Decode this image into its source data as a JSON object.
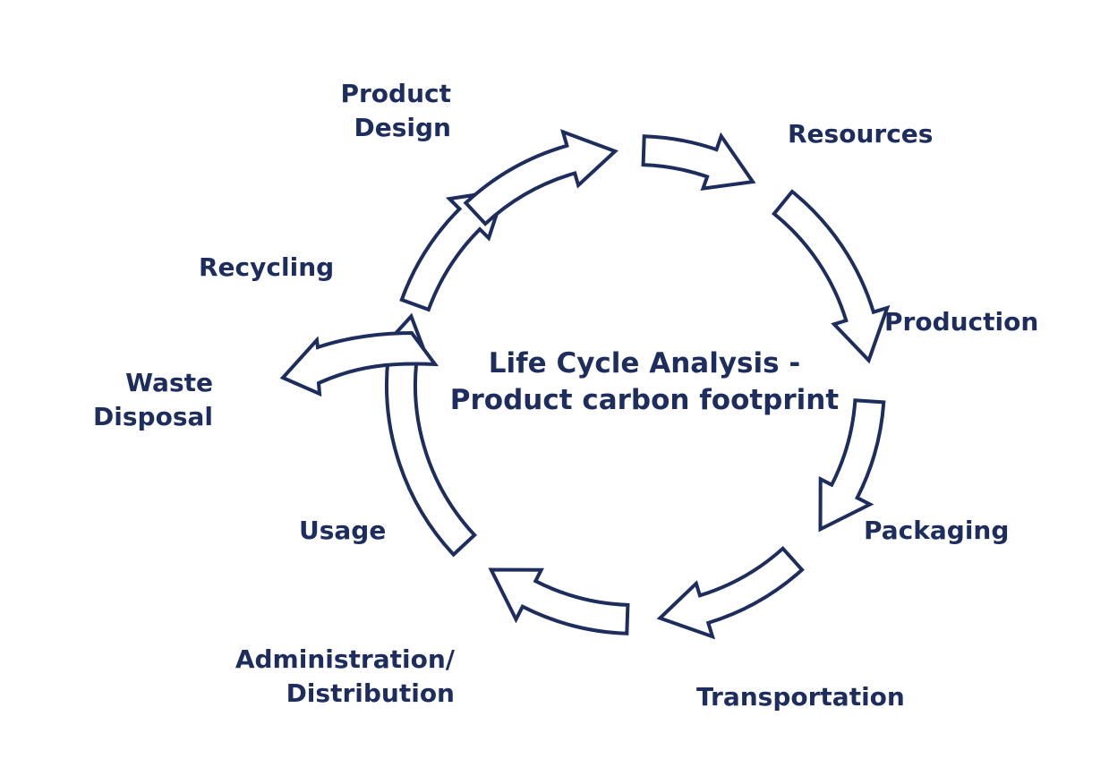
{
  "diagram": {
    "title": "Life Cycle Analysis -\nProduct carbon footprint",
    "color": "#1c2d5e",
    "stages": {
      "product_design": "Product\nDesign",
      "resources": "Resources",
      "production": "Production",
      "packaging": "Packaging",
      "transportation": "Transportation",
      "administration_distribution": "Administration/\nDistribution",
      "usage": "Usage",
      "recycling": "Recycling",
      "waste_disposal": "Waste\nDisposal"
    }
  }
}
